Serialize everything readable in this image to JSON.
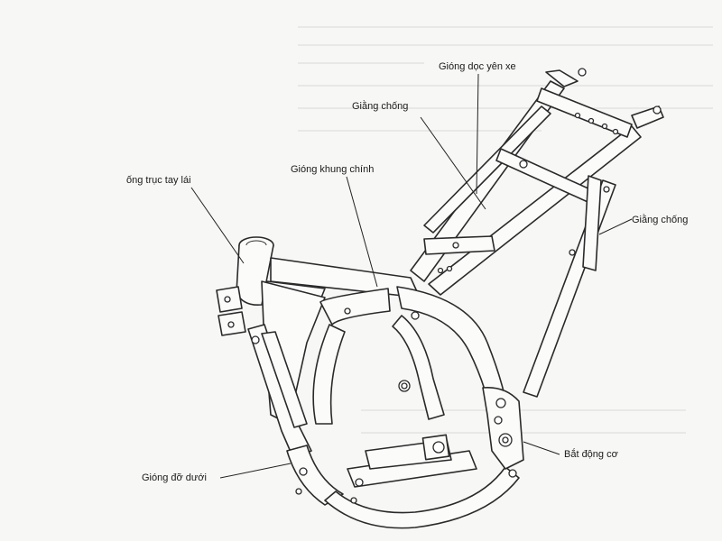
{
  "diagram": {
    "labels": {
      "head_tube": "ống trục tay lái",
      "main_frame": "Gióng khung chính",
      "brace_top": "Giằng chống",
      "seat_rail": "Gióng dọc yên xe",
      "brace_right": "Giằng chống",
      "engine_mount": "Bắt động cơ",
      "down_tube": "Gióng đỡ dưới"
    }
  }
}
